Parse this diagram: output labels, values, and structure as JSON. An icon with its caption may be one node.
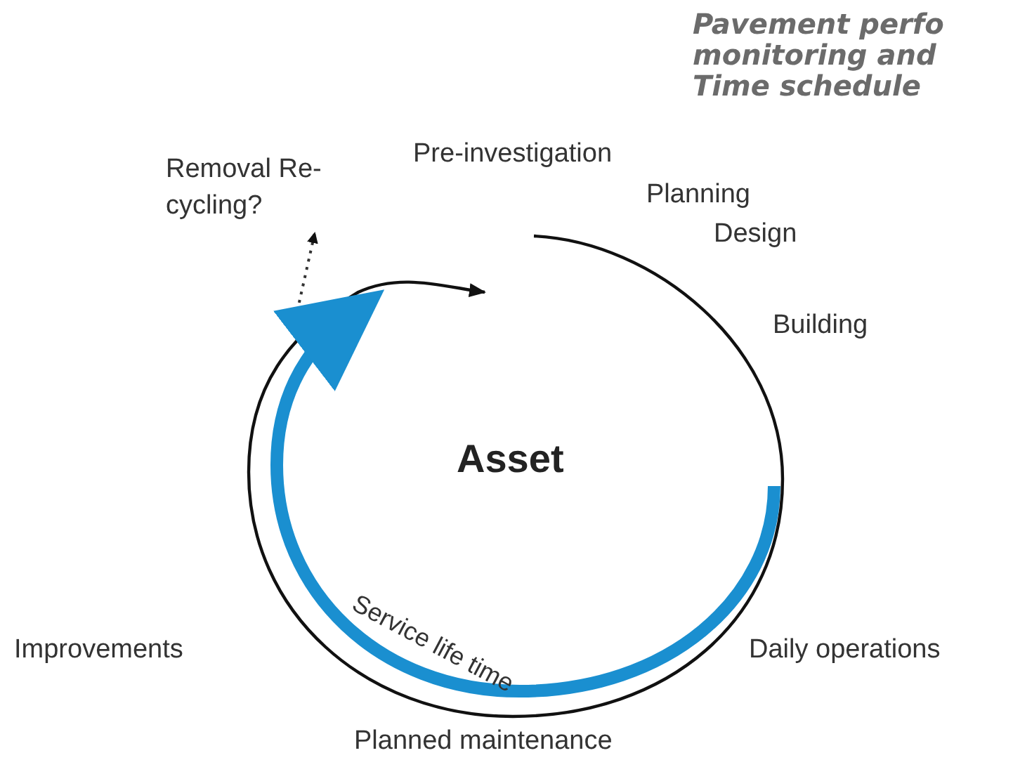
{
  "diagram": {
    "nodes": [
      {
        "text": [
          "Asset"
        ]
      },
      {
        "text": [
          "Removal Re-cycling?"
        ]
      }
    ],
    "edges": [
      {
        "from": 0,
        "to": 1,
        "arrow": "to",
        "style": "dashed"
      }
    ],
    "labels": [
      "Pavement perfo monitoring and Time schedule",
      "Pre-investigation",
      "Planning",
      "Design",
      "Building",
      "Daily operations",
      "Planned maintenance",
      "Improvements",
      "Service life time"
    ]
  }
}
